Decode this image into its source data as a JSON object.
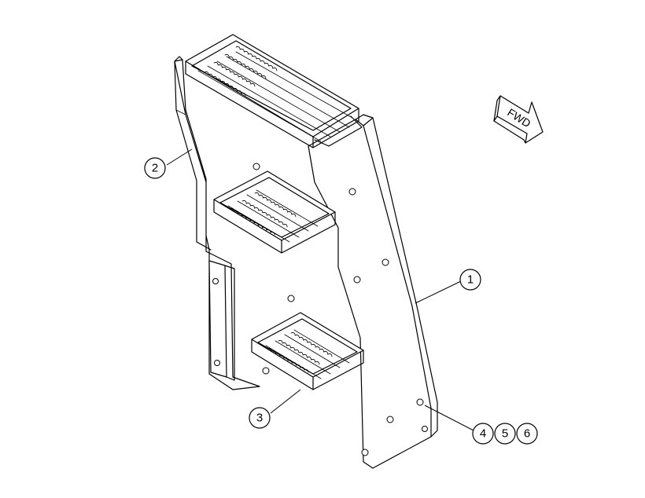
{
  "callouts": [
    {
      "id": "1",
      "label": "1"
    },
    {
      "id": "2",
      "label": "2"
    },
    {
      "id": "3",
      "label": "3"
    },
    {
      "id": "4",
      "label": "4"
    },
    {
      "id": "5",
      "label": "5"
    },
    {
      "id": "6",
      "label": "6"
    }
  ],
  "direction_arrow": {
    "label": "FWD"
  }
}
